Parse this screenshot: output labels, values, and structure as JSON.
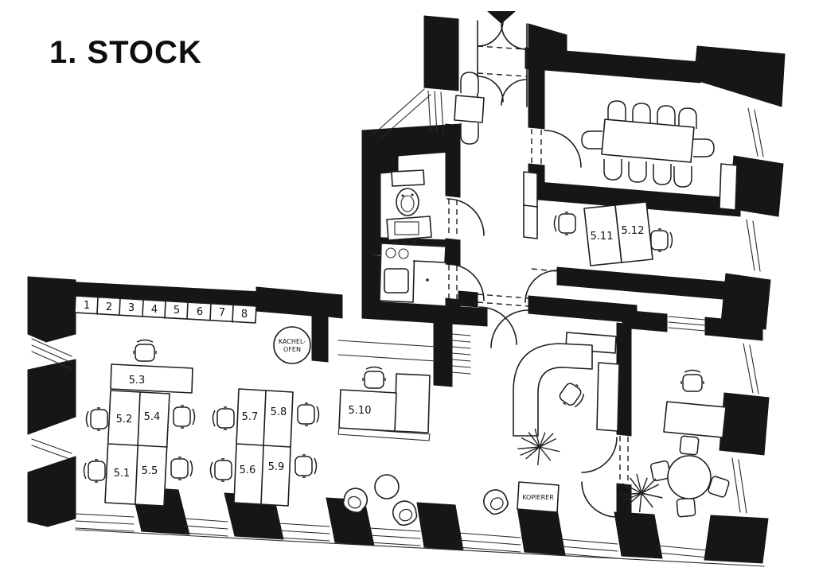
{
  "title": "1. STOCK",
  "plan": {
    "lockers": [
      "1",
      "2",
      "3",
      "4",
      "5",
      "6",
      "7",
      "8"
    ],
    "desk_labels": [
      "5.1",
      "5.2",
      "5.3",
      "5.4",
      "5.5",
      "5.6",
      "5.7",
      "5.8",
      "5.9",
      "5.10",
      "5.11",
      "5.12"
    ],
    "stove_label": [
      "KACHEL-",
      "OFEN"
    ],
    "copier_label": "KOPIERER",
    "colors": {
      "ink": "#1c1c1c",
      "wall": "#161616",
      "paper": "#ffffff"
    }
  }
}
